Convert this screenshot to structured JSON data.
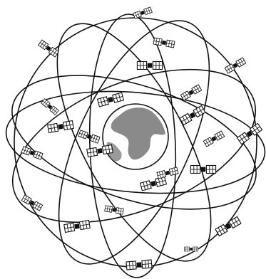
{
  "figure": {
    "subject": "satellite-constellation",
    "colors": {
      "background": "#ffffff",
      "line": "#111111",
      "panel_fill": "#ffffff",
      "globe_ocean": "#ffffff",
      "globe_land": "#8a8a8a"
    },
    "icons": {
      "globe": "earth-globe-icon",
      "satellite": "satellite-icon",
      "orbit": "orbit-ring"
    },
    "orbit_count": 6,
    "satellite_count": 24
  }
}
